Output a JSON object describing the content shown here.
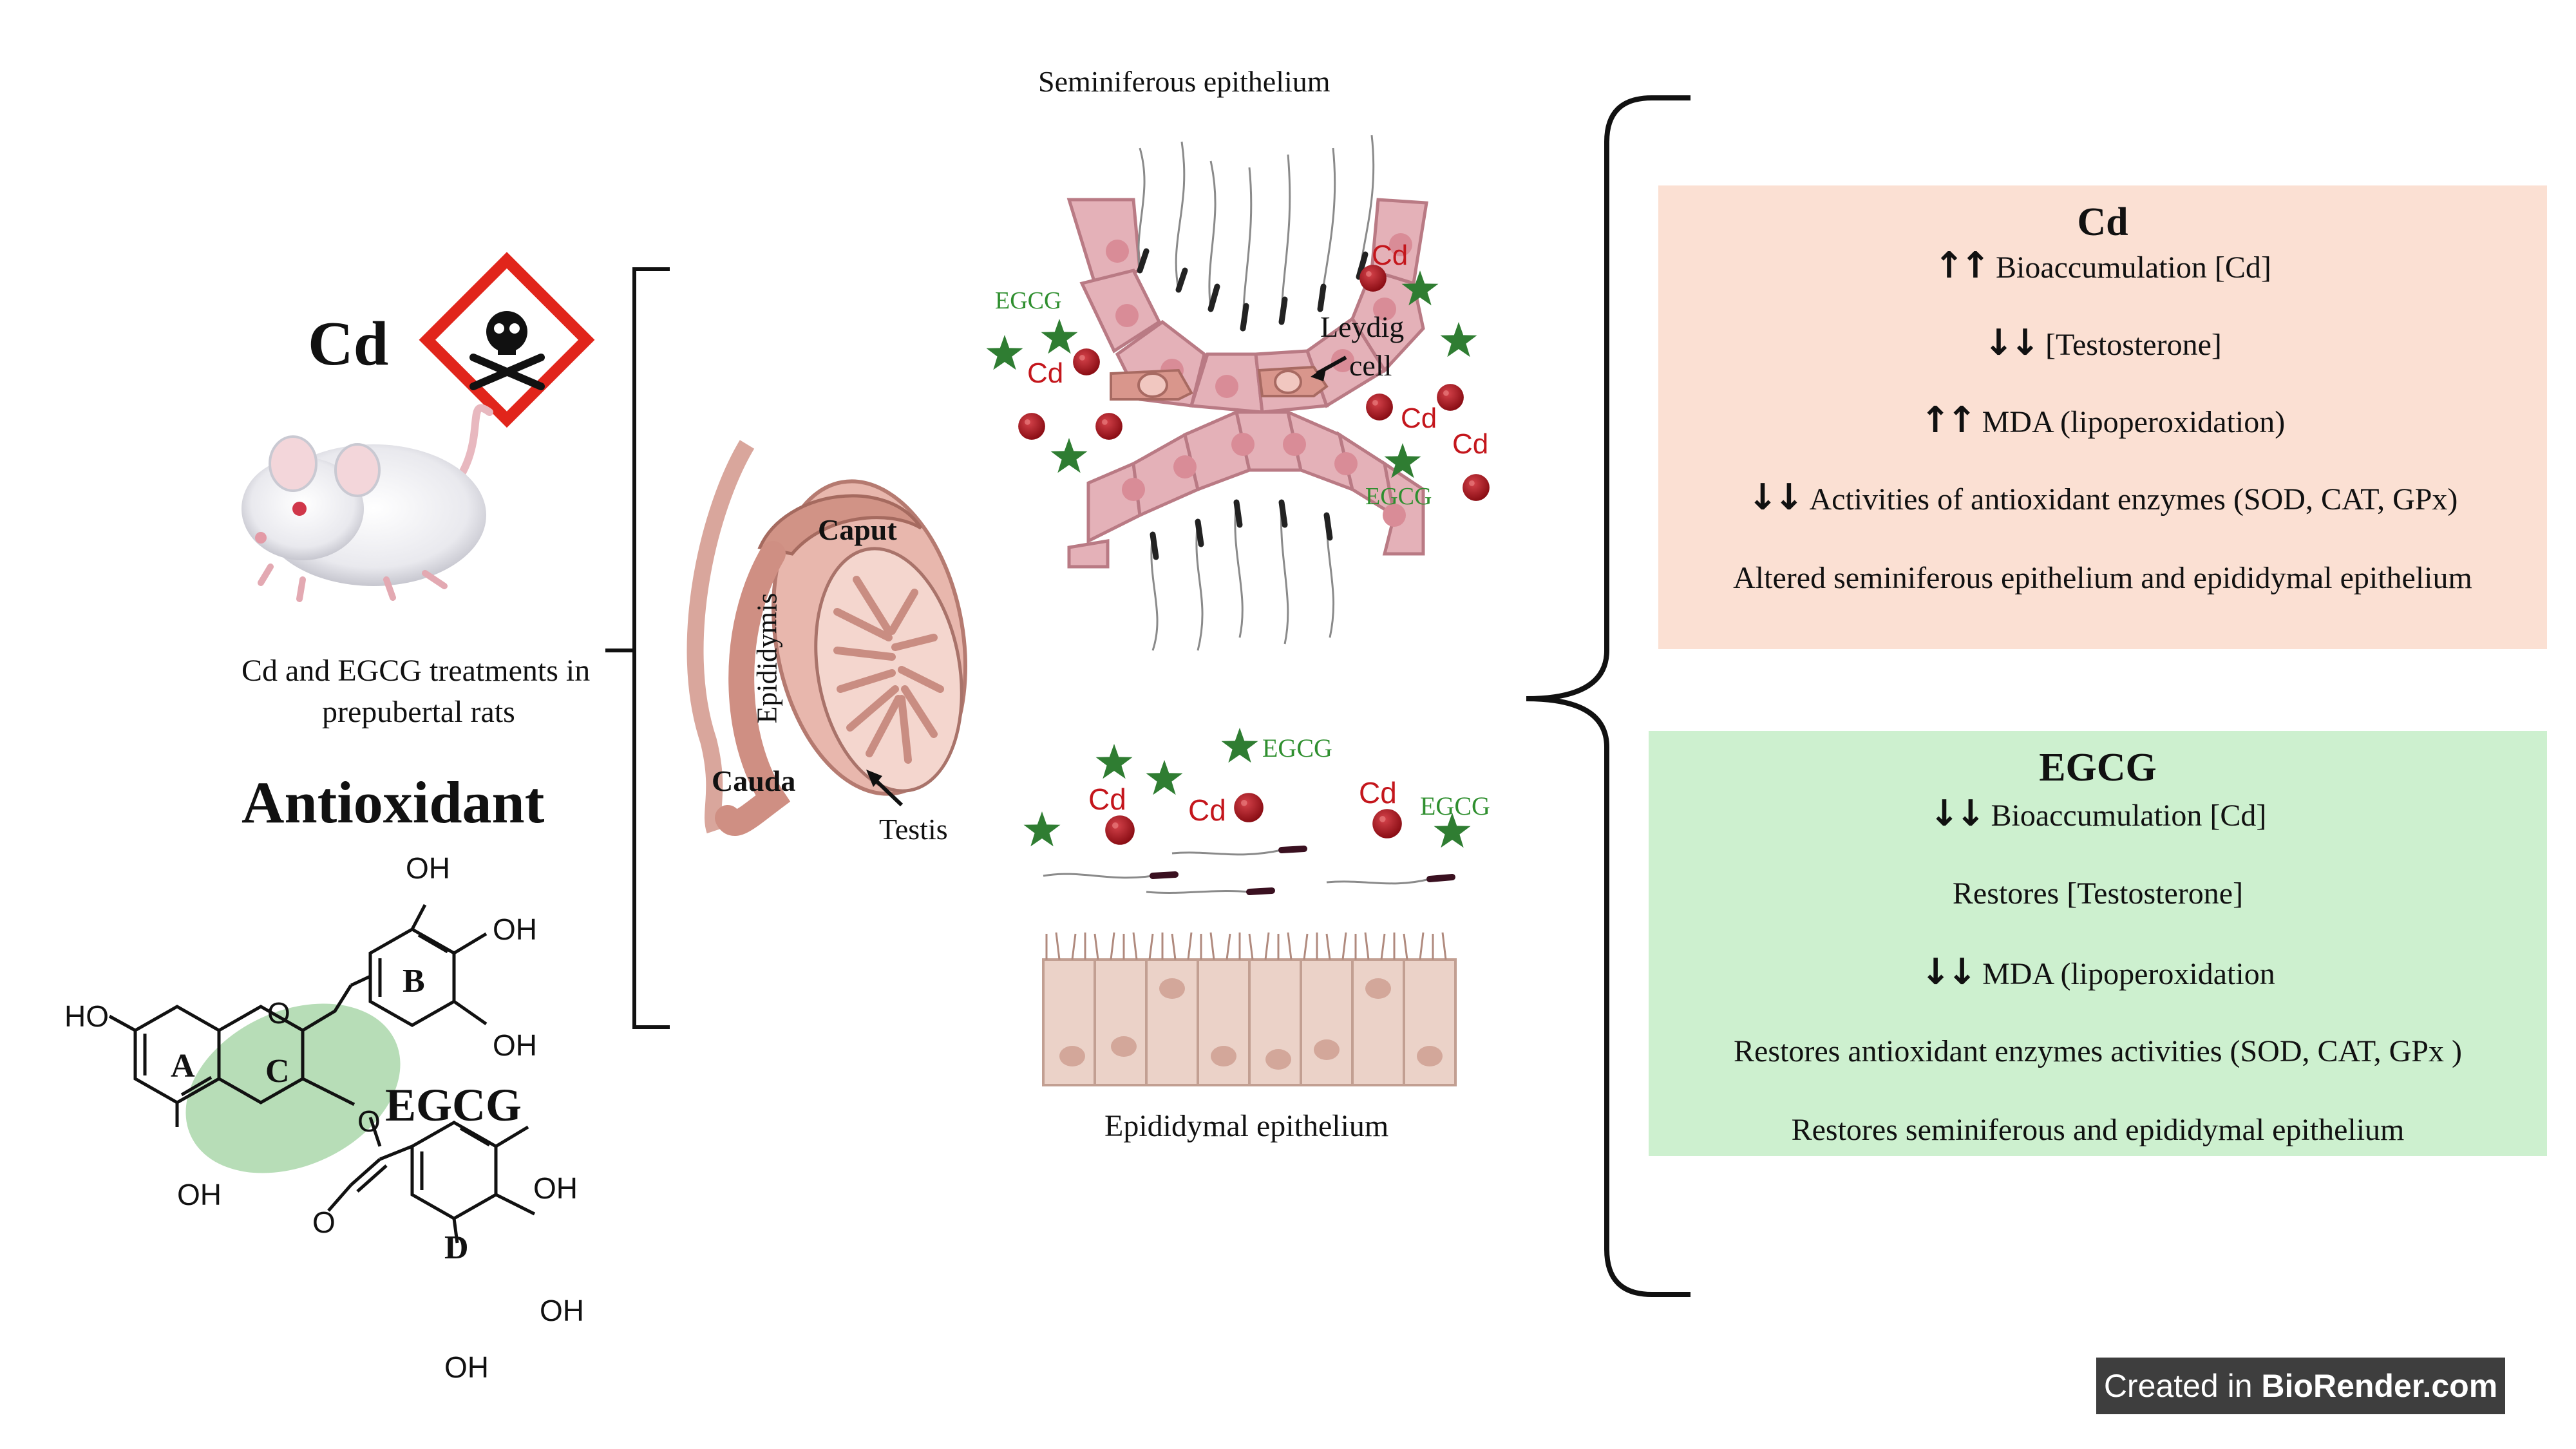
{
  "left": {
    "cd_label": "Cd",
    "treatment_caption_line1": "Cd and EGCG treatments in",
    "treatment_caption_line2": "prepubertal rats",
    "antioxidant_label": "Antioxidant",
    "egcg_label": "EGCG",
    "molecule": {
      "ring_a": "A",
      "ring_b": "B",
      "ring_c": "C",
      "ring_d": "D",
      "oh": "OH",
      "ho": "HO",
      "o": "O"
    }
  },
  "middle": {
    "seminiferous_title": "Seminiferous epithelium",
    "leydig_line1": "Leydig",
    "leydig_line2": "cell",
    "epididymal_title": "Epididymal epithelium",
    "caput": "Caput",
    "epididymis": "Epididymis",
    "cauda": "Cauda",
    "testis": "Testis",
    "cd_marker": "Cd",
    "egcg_marker": "EGCG"
  },
  "panel_cd": {
    "title": "Cd",
    "lines": [
      {
        "arrows": "↑↑",
        "text": "Bioaccumulation [Cd]"
      },
      {
        "arrows": "↓↓",
        "text": "[Testosterone]"
      },
      {
        "arrows": "↑↑",
        "text": "MDA (lipoperoxidation)"
      },
      {
        "arrows": "↓↓",
        "text": "Activities of antioxidant enzymes (SOD, CAT, GPx)"
      },
      {
        "arrows": "",
        "text": "Altered seminiferous epithelium and epididymal epithelium"
      }
    ],
    "bg_color": "#fbe0d3"
  },
  "panel_egcg": {
    "title": "EGCG",
    "lines": [
      {
        "arrows": "↓↓",
        "text": "Bioaccumulation [Cd]"
      },
      {
        "arrows": "",
        "text": "Restores [Testosterone]"
      },
      {
        "arrows": "↓↓",
        "text": "MDA (lipoperoxidation"
      },
      {
        "arrows": "",
        "text": "Restores antioxidant enzymes activities (SOD, CAT, GPx )"
      },
      {
        "arrows": "",
        "text": "Restores seminiferous and epididymal epithelium"
      }
    ],
    "bg_color": "#cdf0cf"
  },
  "watermark": {
    "prefix": "Created in ",
    "brand": "BioRender.com"
  }
}
